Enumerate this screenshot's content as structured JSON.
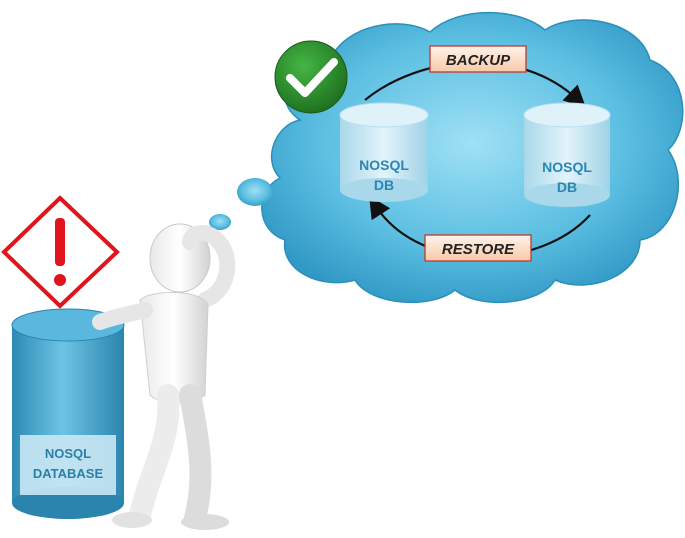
{
  "cloud": {
    "backup_label": "BACKUP",
    "restore_label": "RESTORE",
    "left_db": {
      "line1": "NOSQL",
      "line2": "DB"
    },
    "right_db": {
      "line1": "NOSQL",
      "line2": "DB"
    }
  },
  "database": {
    "line1": "NOSQL",
    "line2": "DATABASE"
  },
  "icons": {
    "check": "checkmark-icon",
    "warning": "warning-exclamation-icon"
  },
  "colors": {
    "cloud": "#4fb3d6",
    "cylinder": "#3d9fc5",
    "check_bg": "#2e8b2e",
    "warning_red": "#e0151c",
    "label_bg": "#fde3cf",
    "label_border": "#c0392b"
  }
}
